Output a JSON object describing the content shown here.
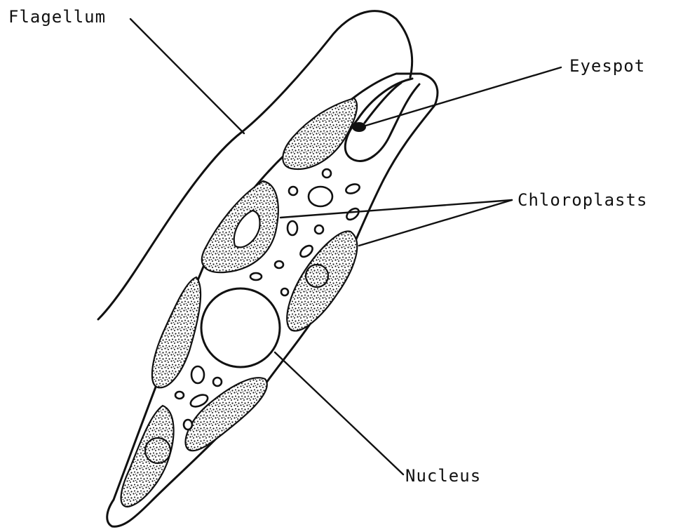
{
  "diagram": {
    "labels": {
      "flagellum": "Flagellum",
      "eyespot": "Eyespot",
      "chloroplasts": "Chloroplasts",
      "nucleus": "Nucleus"
    },
    "colors": {
      "ink": "#111111",
      "background": "#ffffff",
      "stipple": "#1a1a1a"
    }
  }
}
